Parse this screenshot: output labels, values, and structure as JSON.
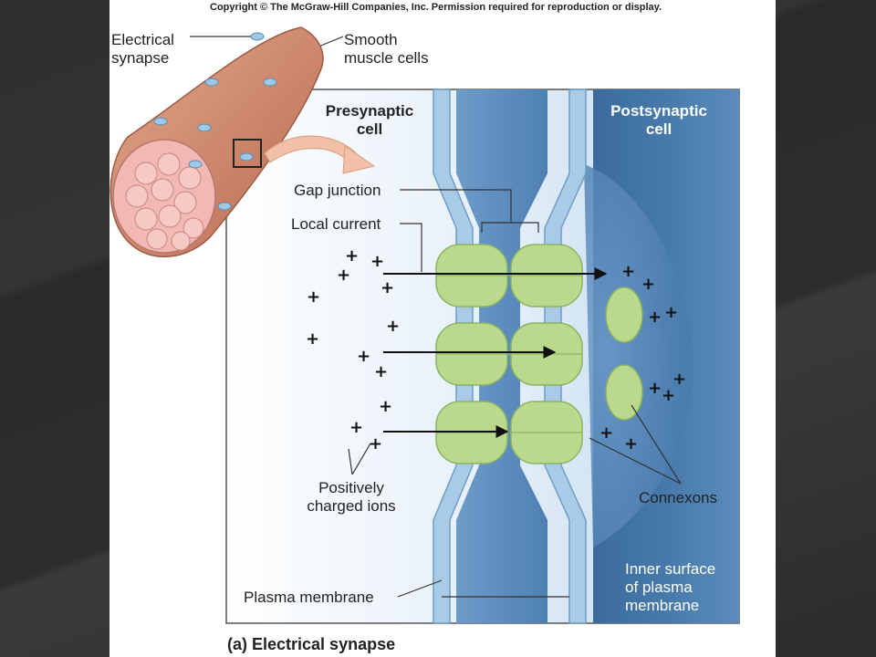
{
  "copyright": "Copyright © The McGraw-Hill Companies, Inc. Permission required for reproduction or display.",
  "labels": {
    "electrical_synapse_small": "Electrical\nsynapse",
    "smooth_muscle": "Smooth\nmuscle cells",
    "presynaptic": "Presynaptic\ncell",
    "postsynaptic": "Postsynaptic\ncell",
    "gap_junction": "Gap junction",
    "local_current": "Local current",
    "positively_charged": "Positively\ncharged ions",
    "connexons": "Connexons",
    "plasma_membrane": "Plasma membrane",
    "inner_surface": "Inner surface\nof plasma\nmembrane",
    "caption": "(a) Electrical synapse"
  },
  "plus_sign": "+",
  "colors": {
    "presynaptic": "#dbe9f5",
    "postsynaptic": "#3f6f9f",
    "membrane": "#9ec3e4",
    "connexon": "#b8d98a",
    "muscle": "#d4896c",
    "arrow_callout": "#f2c0a6"
  }
}
